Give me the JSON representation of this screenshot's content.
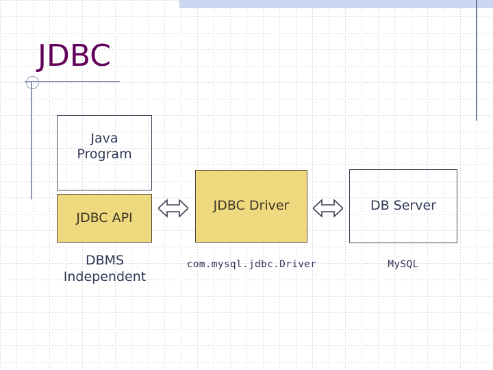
{
  "slide": {
    "title": "JDBC",
    "title_color": "#630059",
    "background_color": "#ffffff",
    "grid_color": "#ccced9",
    "accent_bar_color": "#ccd6f0",
    "rule_color": "#8b96b8"
  },
  "diagram": {
    "boxes": [
      {
        "id": "java-program",
        "label": "Java\nProgram",
        "fill": "transparent",
        "border_color": "#3b3f52",
        "text_color": "#2f3656"
      },
      {
        "id": "jdbc-api",
        "label": "JDBC API",
        "fill": "#efd97e",
        "border_color": "#50483a",
        "text_color": "#3b3326"
      },
      {
        "id": "jdbc-driver",
        "label": "JDBC Driver",
        "fill": "#efd97e",
        "border_color": "#50483a",
        "text_color": "#3b3326"
      },
      {
        "id": "db-server",
        "label": "DB Server",
        "fill": "transparent",
        "border_color": "#3b3f52",
        "text_color": "#2f3656"
      }
    ],
    "connectors": [
      {
        "id": "api-to-driver",
        "type": "double-arrow",
        "fill": "#ffffff",
        "stroke": "#3b3f52"
      },
      {
        "id": "driver-to-server",
        "type": "double-arrow",
        "fill": "#ffffff",
        "stroke": "#3b3f52"
      }
    ],
    "captions": [
      {
        "id": "dbms-independent",
        "text": "DBMS\nIndependent",
        "style": "sans"
      },
      {
        "id": "driver-class-name",
        "text": "com.mysql.jdbc.Driver",
        "style": "mono"
      },
      {
        "id": "database-product",
        "text": "MySQL",
        "style": "mono"
      }
    ]
  }
}
